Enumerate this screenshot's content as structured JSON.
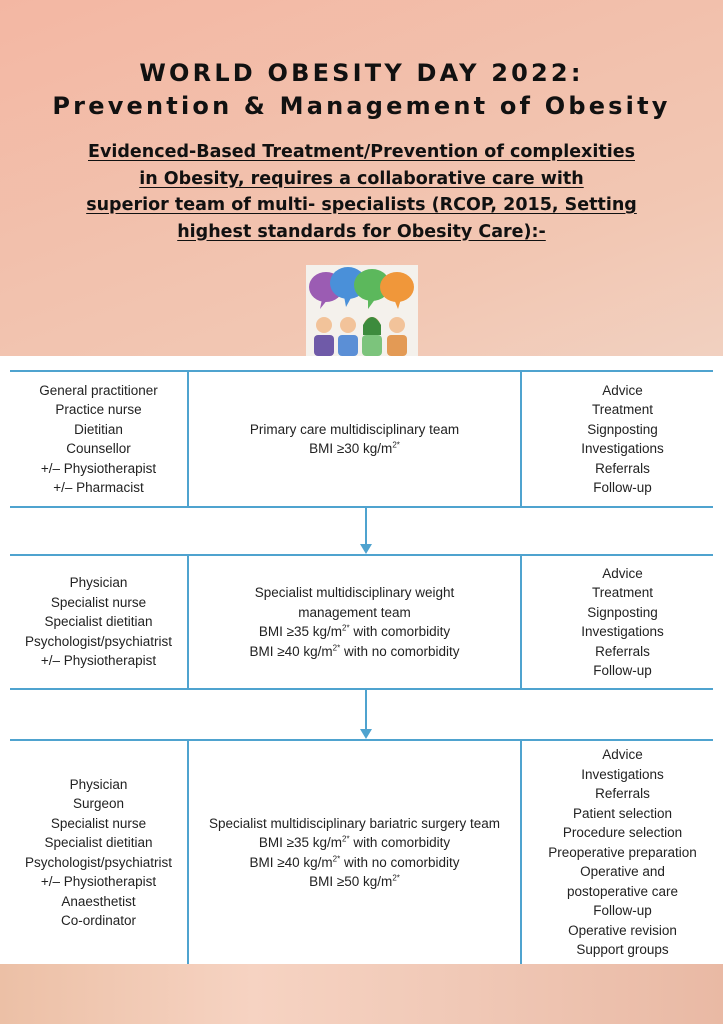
{
  "header": {
    "title_line1": "WORLD OBESITY DAY 2022:",
    "title_line2": "Prevention & Management of Obesity",
    "subtitle_lines": [
      "Evidenced-Based Treatment/Prevention of complexities",
      "in Obesity, requires a collaborative care with",
      "superior team of multi- specialists (RCOP, 2015, Setting",
      "highest standards for Obesity Care):-"
    ]
  },
  "tiers": [
    {
      "staff": [
        "General practitioner",
        "Practice nurse",
        "Dietitian",
        "Counsellor",
        "+/– Physiotherapist",
        "+/– Pharmacist"
      ],
      "team": [
        "Primary care multidisciplinary team"
      ],
      "bmi": [
        {
          "pre": "BMI ≥30 kg/m",
          "sup": "2*",
          "post": ""
        }
      ],
      "services": [
        "Advice",
        "Treatment",
        "Signposting",
        "Investigations",
        "Referrals",
        "Follow-up"
      ]
    },
    {
      "staff": [
        "Physician",
        "Specialist nurse",
        "Specialist dietitian",
        "Psychologist/psychiatrist",
        "+/– Physiotherapist"
      ],
      "team": [
        "Specialist multidisciplinary weight",
        "management team"
      ],
      "bmi": [
        {
          "pre": "BMI ≥35 kg/m",
          "sup": "2*",
          "post": " with comorbidity"
        },
        {
          "pre": "BMI ≥40 kg/m",
          "sup": "2*",
          "post": " with no comorbidity"
        }
      ],
      "services": [
        "Advice",
        "Treatment",
        "Signposting",
        "Investigations",
        "Referrals",
        "Follow-up"
      ]
    },
    {
      "staff": [
        "Physician",
        "Surgeon",
        "Specialist nurse",
        "Specialist dietitian",
        "Psychologist/psychiatrist",
        "+/– Physiotherapist",
        "Anaesthetist",
        "Co-ordinator"
      ],
      "team": [
        "Specialist multidisciplinary bariatric surgery team"
      ],
      "bmi": [
        {
          "pre": "BMI ≥35 kg/m",
          "sup": "2*",
          "post": " with comorbidity"
        },
        {
          "pre": "BMI ≥40 kg/m",
          "sup": "2*",
          "post": " with no comorbidity"
        },
        {
          "pre": "BMI ≥50 kg/m",
          "sup": "2*",
          "post": ""
        }
      ],
      "services": [
        "Advice",
        "Investigations",
        "Referrals",
        "Patient selection",
        "Procedure selection",
        "Preoperative preparation",
        "Operative and",
        "postoperative care",
        "Follow-up",
        "Operative revision",
        "Support groups"
      ]
    }
  ],
  "colors": {
    "line": "#4fa3cf",
    "text": "#222222"
  },
  "logo_icon": "speech-bubbles-team-icon"
}
